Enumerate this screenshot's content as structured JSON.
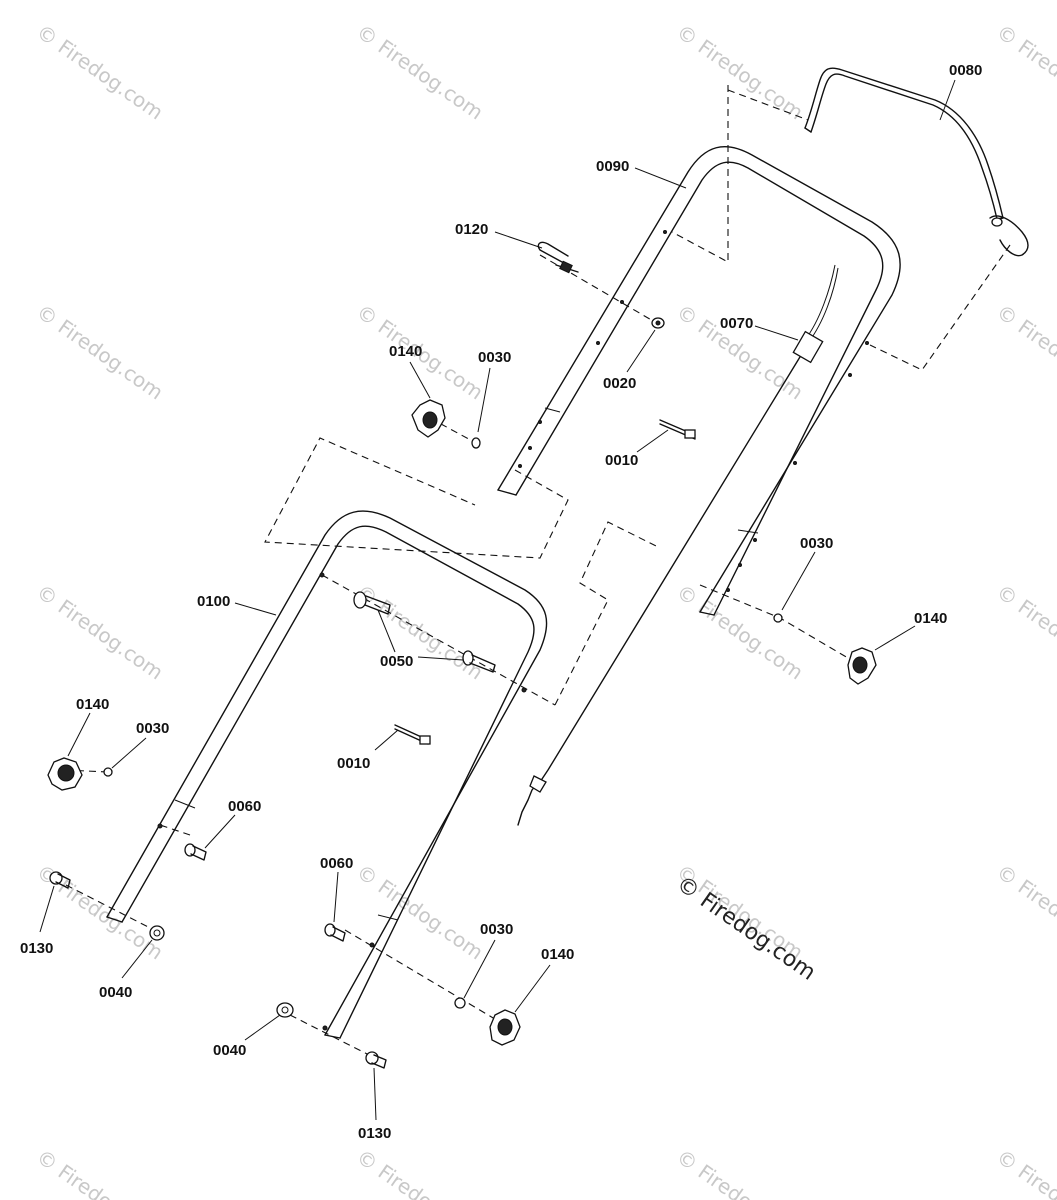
{
  "watermark": {
    "text": "© Firedog.com"
  },
  "copyright": {
    "text": "© Firedog.com"
  },
  "labels": {
    "p0010_a": "0010",
    "p0010_b": "0010",
    "p0020": "0020",
    "p0030_a": "0030",
    "p0030_b": "0030",
    "p0030_c": "0030",
    "p0030_d": "0030",
    "p0040_a": "0040",
    "p0040_b": "0040",
    "p0050": "0050",
    "p0060_a": "0060",
    "p0060_b": "0060",
    "p0070": "0070",
    "p0080": "0080",
    "p0090": "0090",
    "p0100": "0100",
    "p0120": "0120",
    "p0130_a": "0130",
    "p0130_b": "0130",
    "p0140_a": "0140",
    "p0140_b": "0140",
    "p0140_c": "0140",
    "p0140_d": "0140"
  }
}
